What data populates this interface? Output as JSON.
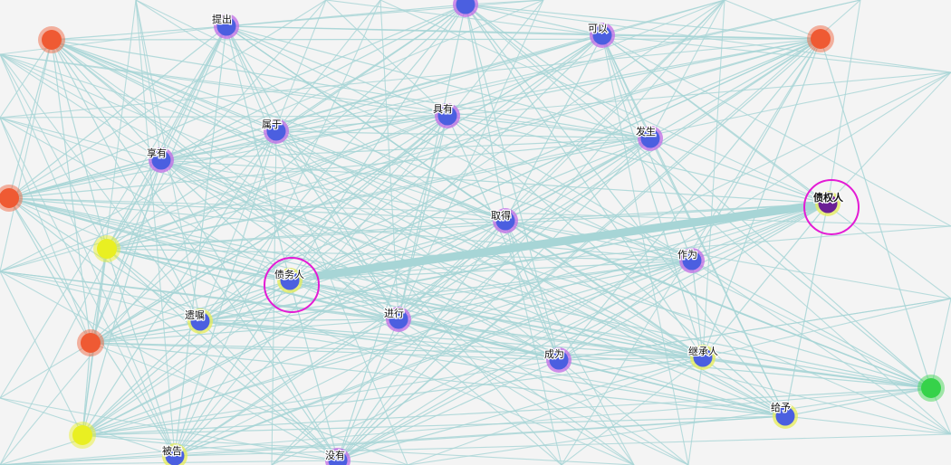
{
  "graph": {
    "colors": {
      "edge": "#a7d5d6",
      "node_blue": "#4b5fe0",
      "ring_purple": "#c06ce6",
      "ring_yellow": "#e6ec58",
      "node_dark": "#6b1f95",
      "node_orange": "#ef5a33",
      "node_yellow": "#e9ef22",
      "node_green": "#36d24a",
      "highlight": "#e31bd4"
    },
    "nodes": [
      {
        "id": "tichu",
        "label": "提出",
        "kind": "verb"
      },
      {
        "id": "top_mid",
        "label": "",
        "kind": "verb"
      },
      {
        "id": "keyi",
        "label": "可以",
        "kind": "verb"
      },
      {
        "id": "juyou",
        "label": "具有",
        "kind": "verb"
      },
      {
        "id": "shuyu",
        "label": "属于",
        "kind": "verb"
      },
      {
        "id": "xiangyou",
        "label": "享有",
        "kind": "verb"
      },
      {
        "id": "fasheng",
        "label": "发生",
        "kind": "verb"
      },
      {
        "id": "qude",
        "label": "取得",
        "kind": "verb"
      },
      {
        "id": "zhaiquanren",
        "label": "债权人",
        "kind": "entity-dark",
        "highlighted": true
      },
      {
        "id": "zuowei",
        "label": "作为",
        "kind": "verb"
      },
      {
        "id": "zhaiwuren",
        "label": "债务人",
        "kind": "entity",
        "highlighted": true
      },
      {
        "id": "jinxing",
        "label": "进行",
        "kind": "verb"
      },
      {
        "id": "yizhu",
        "label": "遗嘱",
        "kind": "entity"
      },
      {
        "id": "chengwei",
        "label": "成为",
        "kind": "verb"
      },
      {
        "id": "jichengren",
        "label": "继承人",
        "kind": "entity"
      },
      {
        "id": "geiyu",
        "label": "给予",
        "kind": "entity"
      },
      {
        "id": "beigao",
        "label": "被告",
        "kind": "entity"
      },
      {
        "id": "meiyou",
        "label": "没有",
        "kind": "verb"
      },
      {
        "id": "o1",
        "label": "",
        "kind": "orange"
      },
      {
        "id": "o2",
        "label": "",
        "kind": "orange"
      },
      {
        "id": "o3",
        "label": "",
        "kind": "orange"
      },
      {
        "id": "o4",
        "label": "",
        "kind": "orange"
      },
      {
        "id": "y1",
        "label": "",
        "kind": "yellow"
      },
      {
        "id": "y2",
        "label": "",
        "kind": "yellow"
      },
      {
        "id": "g1",
        "label": "",
        "kind": "green"
      }
    ],
    "strong_link": {
      "source": "zhaiwuren",
      "target": "zhaiquanren"
    }
  }
}
